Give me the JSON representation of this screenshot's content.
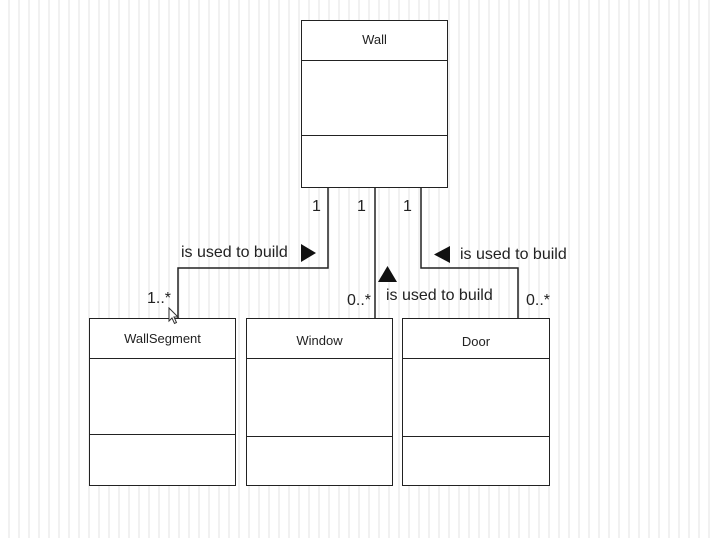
{
  "classes": {
    "wall": {
      "name": "Wall"
    },
    "wall_segment": {
      "name": "WallSegment"
    },
    "window": {
      "name": "Window"
    },
    "door": {
      "name": "Door"
    }
  },
  "associations": {
    "wall_segment": {
      "label": "is used to build",
      "source_multiplicity": "1",
      "target_multiplicity": "1..*"
    },
    "window": {
      "label": "is used to build",
      "source_multiplicity": "1",
      "target_multiplicity": "0..*"
    },
    "door": {
      "label": "is used to build",
      "source_multiplicity": "1",
      "target_multiplicity": "0..*"
    }
  }
}
